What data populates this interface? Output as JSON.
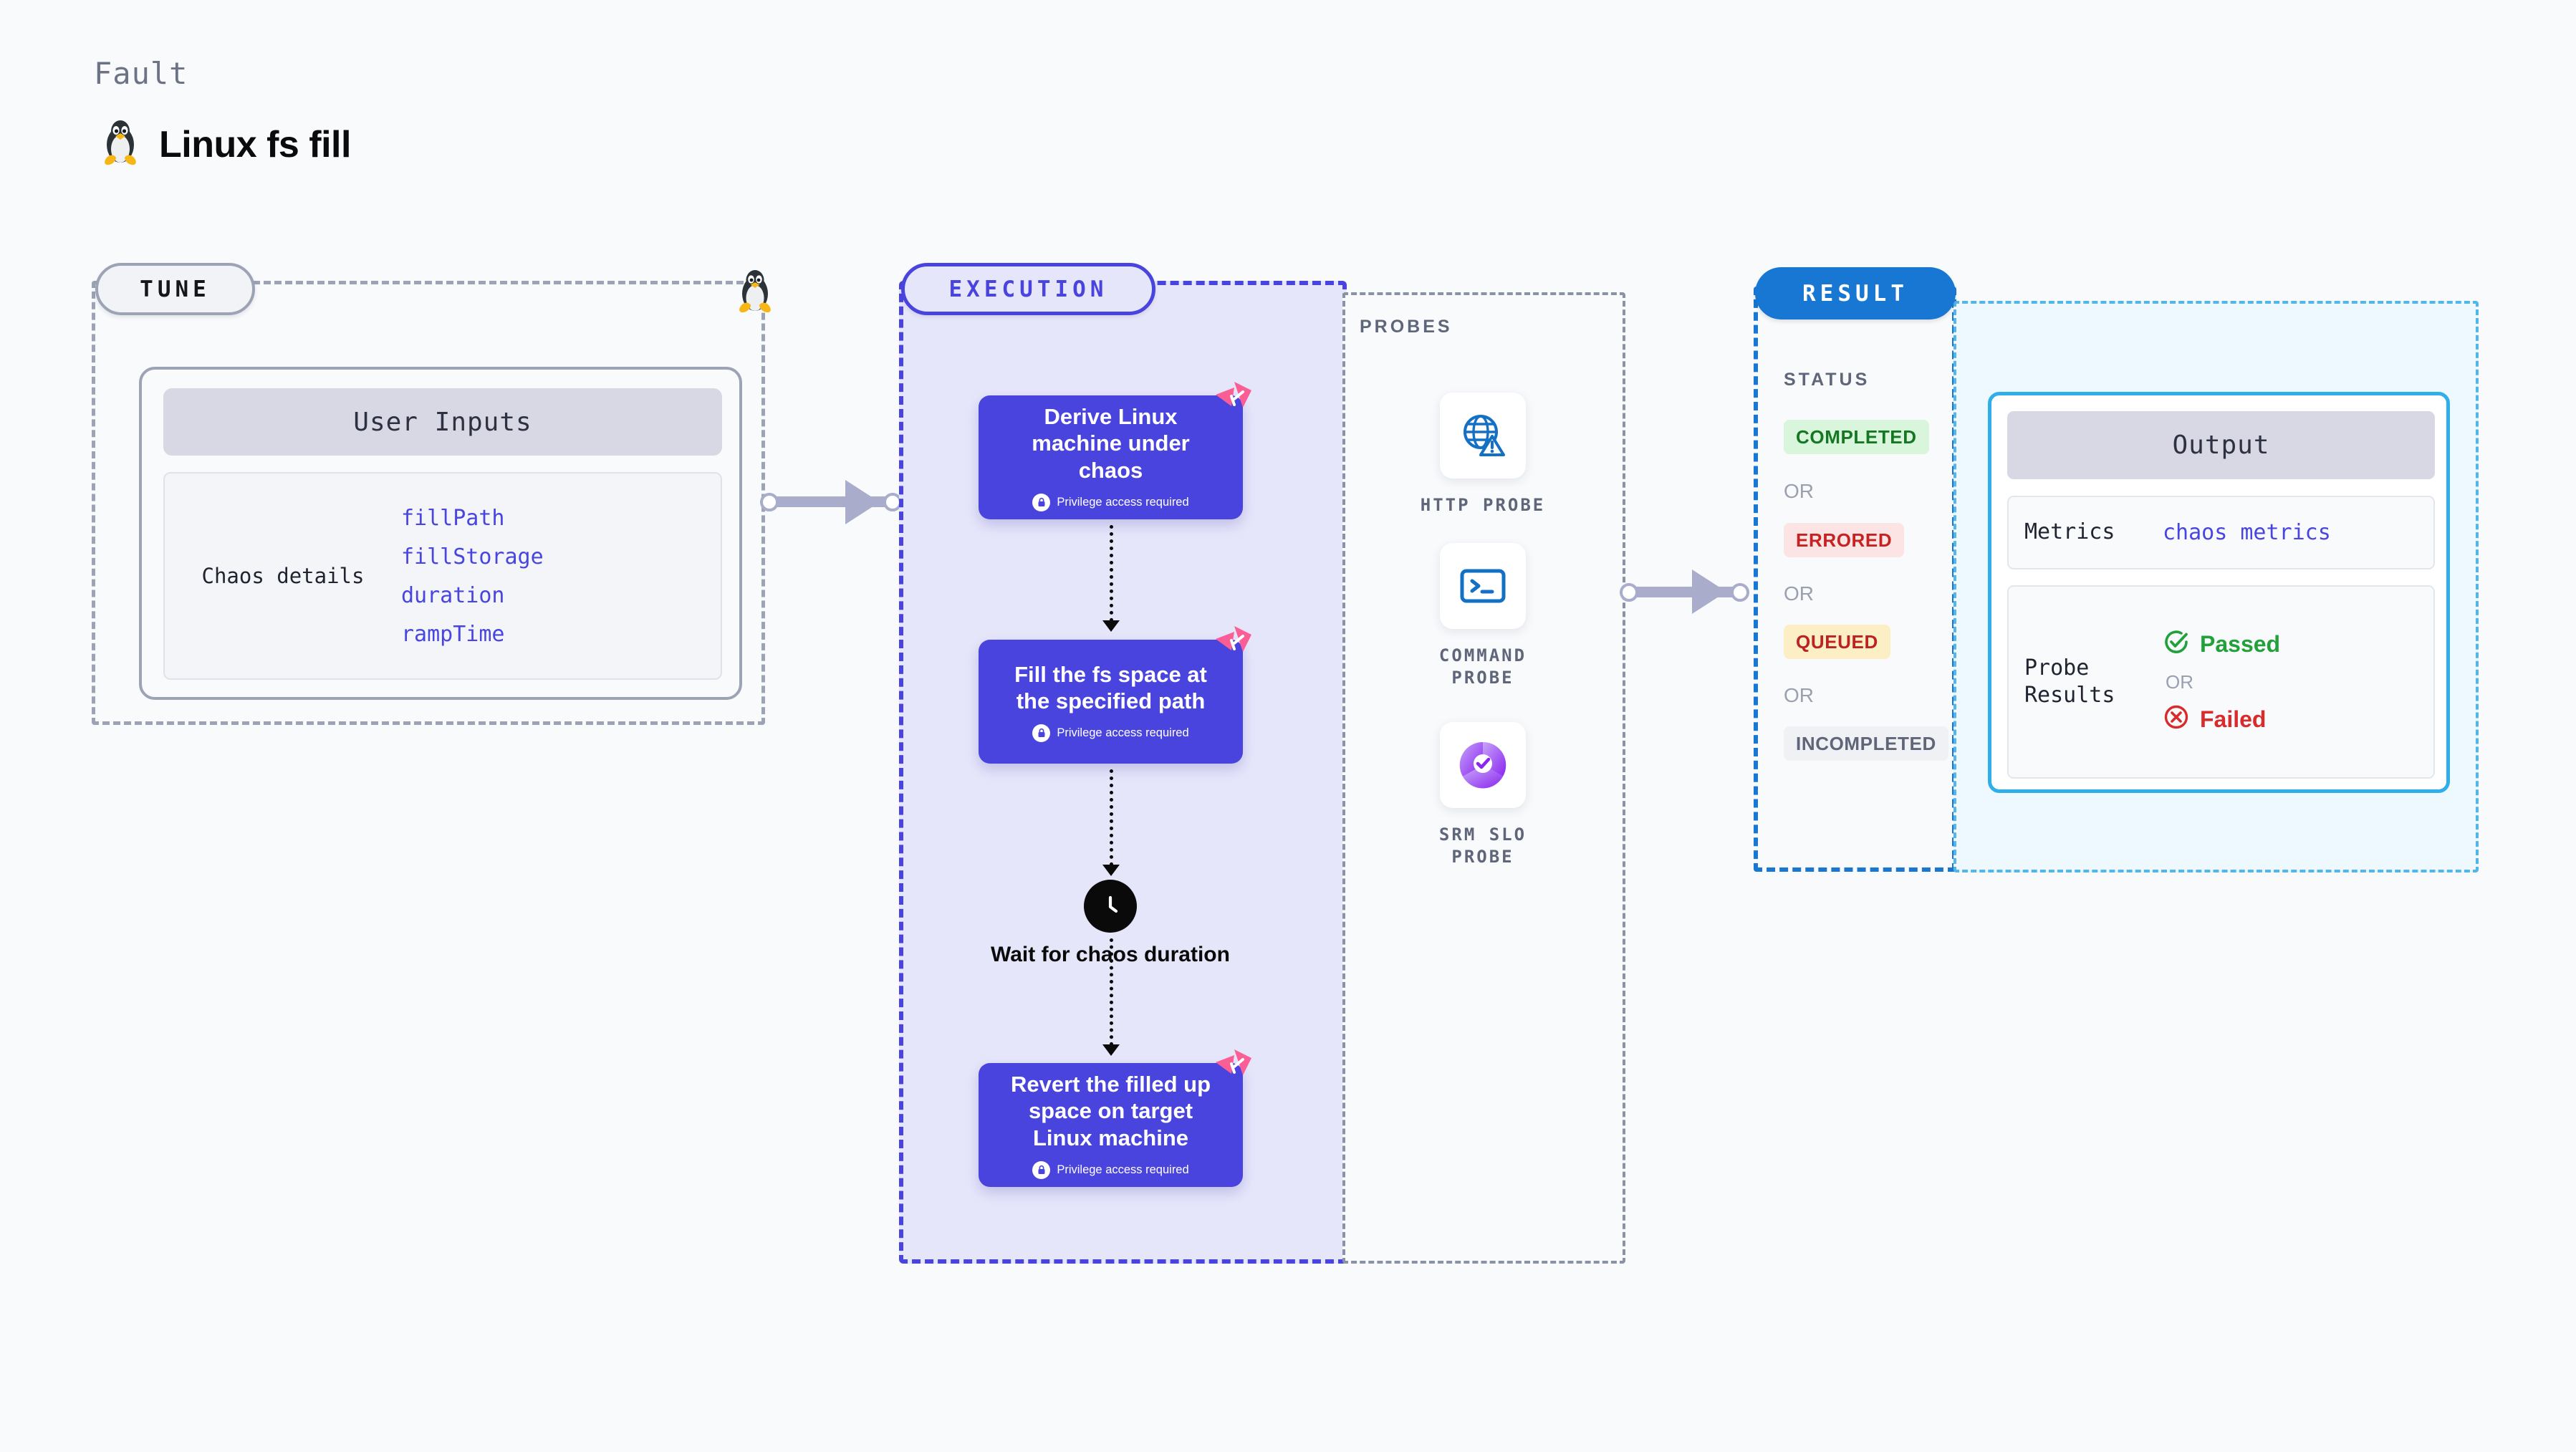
{
  "header": {
    "kicker": "Fault",
    "title": "Linux fs fill",
    "icon": "linux-penguin-icon"
  },
  "tune": {
    "badge": "TUNE",
    "card_title": "User Inputs",
    "group_label": "Chaos details",
    "params": [
      "fillPath",
      "fillStorage",
      "duration",
      "rampTime"
    ],
    "edge_icon": "linux-penguin-icon"
  },
  "execution": {
    "badge": "EXECUTION",
    "steps": [
      {
        "title": "Derive Linux machine under chaos",
        "note": "Privilege access required",
        "note_icon": "lock-icon",
        "flag_icon": "chaos-flag-icon"
      },
      {
        "title": "Fill the fs space at the specified path",
        "note": "Privilege access required",
        "note_icon": "lock-icon",
        "flag_icon": "chaos-flag-icon"
      },
      {
        "title": "Revert the filled up space on target Linux machine",
        "note": "Privilege access required",
        "note_icon": "lock-icon",
        "flag_icon": "chaos-flag-icon"
      }
    ],
    "wait_node": {
      "label": "Wait for chaos duration",
      "icon": "clock-icon"
    }
  },
  "probes": {
    "label": "PROBES",
    "items": [
      {
        "name": "HTTP PROBE",
        "icon": "globe-warning-icon"
      },
      {
        "name": "COMMAND PROBE",
        "icon": "terminal-icon"
      },
      {
        "name": "SRM SLO PROBE",
        "icon": "slo-check-icon"
      }
    ]
  },
  "result": {
    "badge": "RESULT",
    "status_label": "STATUS",
    "or_label": "OR",
    "statuses": [
      {
        "label": "COMPLETED",
        "color": "#147822",
        "bg": "#D9F5DB"
      },
      {
        "label": "ERRORED",
        "color": "#C62222",
        "bg": "#FCE4E4"
      },
      {
        "label": "QUEUED",
        "color": "#BC2222",
        "bg": "#FCEFC6"
      },
      {
        "label": "INCOMPLETED",
        "color": "#5F6679",
        "bg": "#EFF1F5"
      }
    ]
  },
  "output": {
    "title": "Output",
    "metrics_key": "Metrics",
    "metrics_value": "chaos metrics",
    "probe_results_key": "Probe Results",
    "passed_label": "Passed",
    "failed_label": "Failed",
    "or_label": "OR",
    "passed_icon": "check-circle-icon",
    "failed_icon": "x-circle-icon"
  },
  "colors": {
    "accent_purple": "#4A44DE",
    "accent_blue": "#1877D2",
    "accent_cyan": "#2FAEE8",
    "flag_pink": "#FB5E94",
    "page_bg": "#F8FAFC"
  }
}
